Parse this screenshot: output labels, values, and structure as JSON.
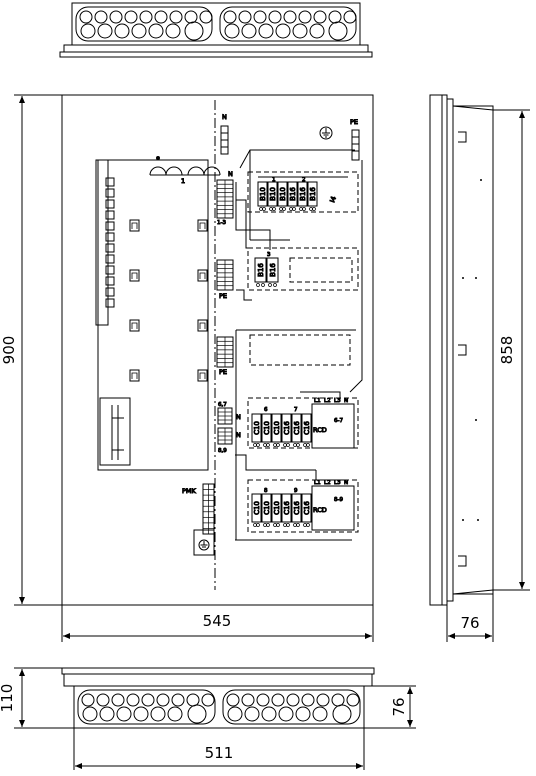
{
  "dimensions": {
    "height_cabinet": "900",
    "height_inner": "858",
    "width_cabinet": "545",
    "depth": "76",
    "top_height": "110",
    "top_depth": "76",
    "top_width": "511"
  },
  "labels": {
    "n_top": "N",
    "pe_top": "PE",
    "n_block": "N",
    "terminal_13": "1-3",
    "pe_1": "PE",
    "pe_2": "PE",
    "n67": "N",
    "n89": "N",
    "n67_label": "6,7",
    "n89_label": "8,9",
    "pmk": "PMK",
    "transformer": "1",
    "col_1": "1",
    "col_2": "2",
    "col_3": "3",
    "col_6": "6",
    "col_7": "7",
    "col_8": "8",
    "col_9": "9",
    "rcd_1": "RCD",
    "rcd_2": "RCD",
    "range_67": "6-7",
    "range_89": "8-9",
    "l_labels": [
      "L1",
      "L2",
      "L3",
      "N"
    ],
    "spd": "I4"
  },
  "breakers": {
    "row1": [
      "B10",
      "B10",
      "B10",
      "B16",
      "B16",
      "B16"
    ],
    "row2": [
      "B16",
      "B16"
    ],
    "row3": [
      "C10",
      "C10",
      "C10",
      "C16",
      "C16",
      "C16"
    ],
    "row4": [
      "C10",
      "C10",
      "C10",
      "C16",
      "C16",
      "C16"
    ]
  }
}
